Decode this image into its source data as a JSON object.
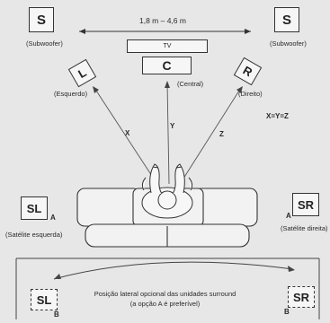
{
  "distance": "1,8 m – 4,6 m",
  "equation": "X=Y=Z",
  "speakers": {
    "sub_left": {
      "letter": "S",
      "caption": "(Subwoofer)"
    },
    "sub_right": {
      "letter": "S",
      "caption": "(Subwoofer)"
    },
    "tv": "TV",
    "center": {
      "letter": "C",
      "caption": "(Central)"
    },
    "left": {
      "letter": "L",
      "caption": "(Esquerdo)"
    },
    "right": {
      "letter": "R",
      "caption": "(Direito)"
    },
    "sl": {
      "letter": "SL",
      "caption": "(Satélite esquerda)",
      "tag": "A"
    },
    "sr": {
      "letter": "SR",
      "caption": "(Satélite direita)",
      "tag": "A"
    },
    "sl_opt": {
      "letter": "SL",
      "tag": "B"
    },
    "sr_opt": {
      "letter": "SR",
      "tag": "B"
    }
  },
  "lines": {
    "x": "X",
    "y": "Y",
    "z": "Z"
  },
  "note_line1": "Posição lateral opcional das unidades surround",
  "note_line2": "(a opção A é preferível)"
}
